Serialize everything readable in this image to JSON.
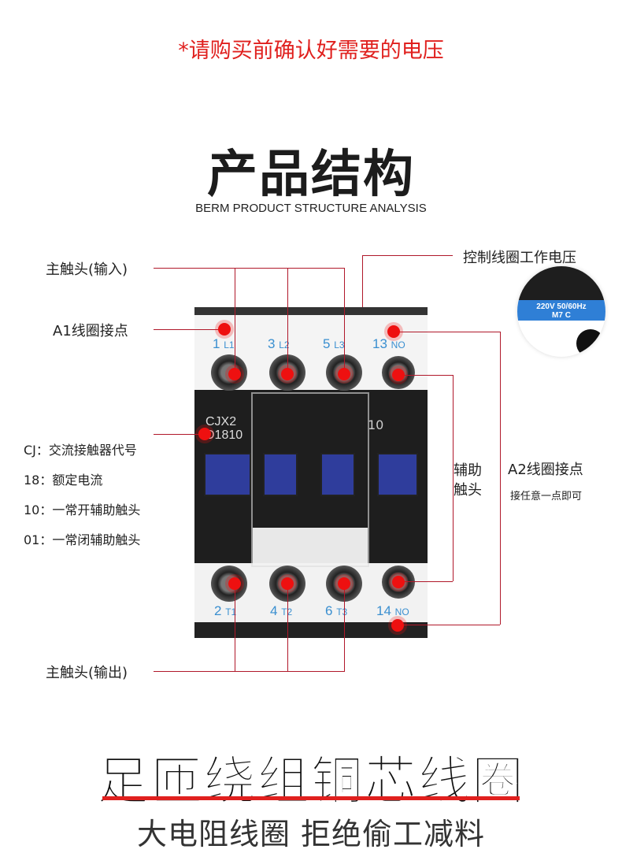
{
  "warning": "*请购买前确认好需要的电压",
  "title": "产品结构",
  "subtitle": "BERM  PRODUCT STRUCTURE ANALYSIS",
  "labels": {
    "main_input": "主触头(输入)",
    "a1": "A1线圈接点",
    "coil_voltage": "控制线圈工作电压",
    "aux": [
      "辅助",
      "触头"
    ],
    "a2": "A2线圈接点",
    "a2_note": "接任意一点即可",
    "main_output": "主触头(输出)"
  },
  "specs": [
    "CJ：交流接触器代号",
    "18：额定电流",
    "10：一常开辅助触头",
    "01：一常闭辅助触头"
  ],
  "inset": {
    "line1": "220V 50/60Hz",
    "line2": "M7     C"
  },
  "product": {
    "model1": "CJX2",
    "model2": "D1810",
    "aux_code": "10",
    "top_terminals": [
      {
        "n": "1",
        "t": "L1"
      },
      {
        "n": "3",
        "t": "L2"
      },
      {
        "n": "5",
        "t": "L3"
      },
      {
        "n": "13",
        "t": "NO"
      }
    ],
    "bottom_terminals": [
      {
        "n": "2",
        "t": "T1"
      },
      {
        "n": "4",
        "t": "T2"
      },
      {
        "n": "6",
        "t": "T3"
      },
      {
        "n": "14",
        "t": "NO"
      }
    ]
  },
  "headline": "足匝绕组铜芯线圈",
  "tagline": "大电阻线圈 拒绝偷工减料",
  "colors": {
    "accent": "#e0201e",
    "line": "#b0182a",
    "terminal_text": "#3a8fd0"
  }
}
